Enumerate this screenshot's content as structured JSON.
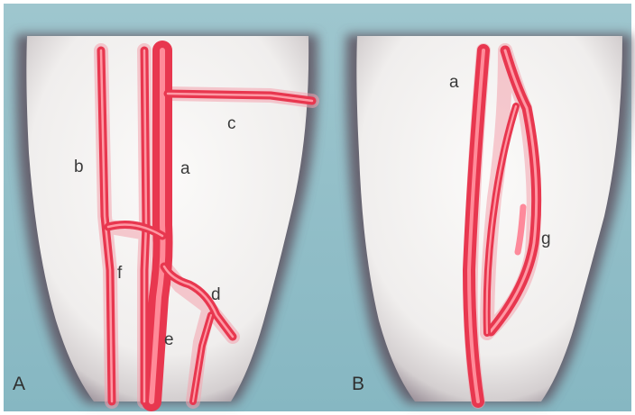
{
  "panels": [
    {
      "id": "A",
      "label": "A",
      "vessel_labels": [
        "b",
        "c",
        "a",
        "f",
        "d",
        "e"
      ]
    },
    {
      "id": "B",
      "label": "B",
      "vessel_labels": [
        "a",
        "g"
      ]
    }
  ],
  "colors": {
    "background": "#8fbcc6",
    "tissue": "#f1efee",
    "tissue_shadow": "#5c4e5a",
    "vessel": "#e8374f",
    "vessel_highlight": "#ff7c8c"
  }
}
